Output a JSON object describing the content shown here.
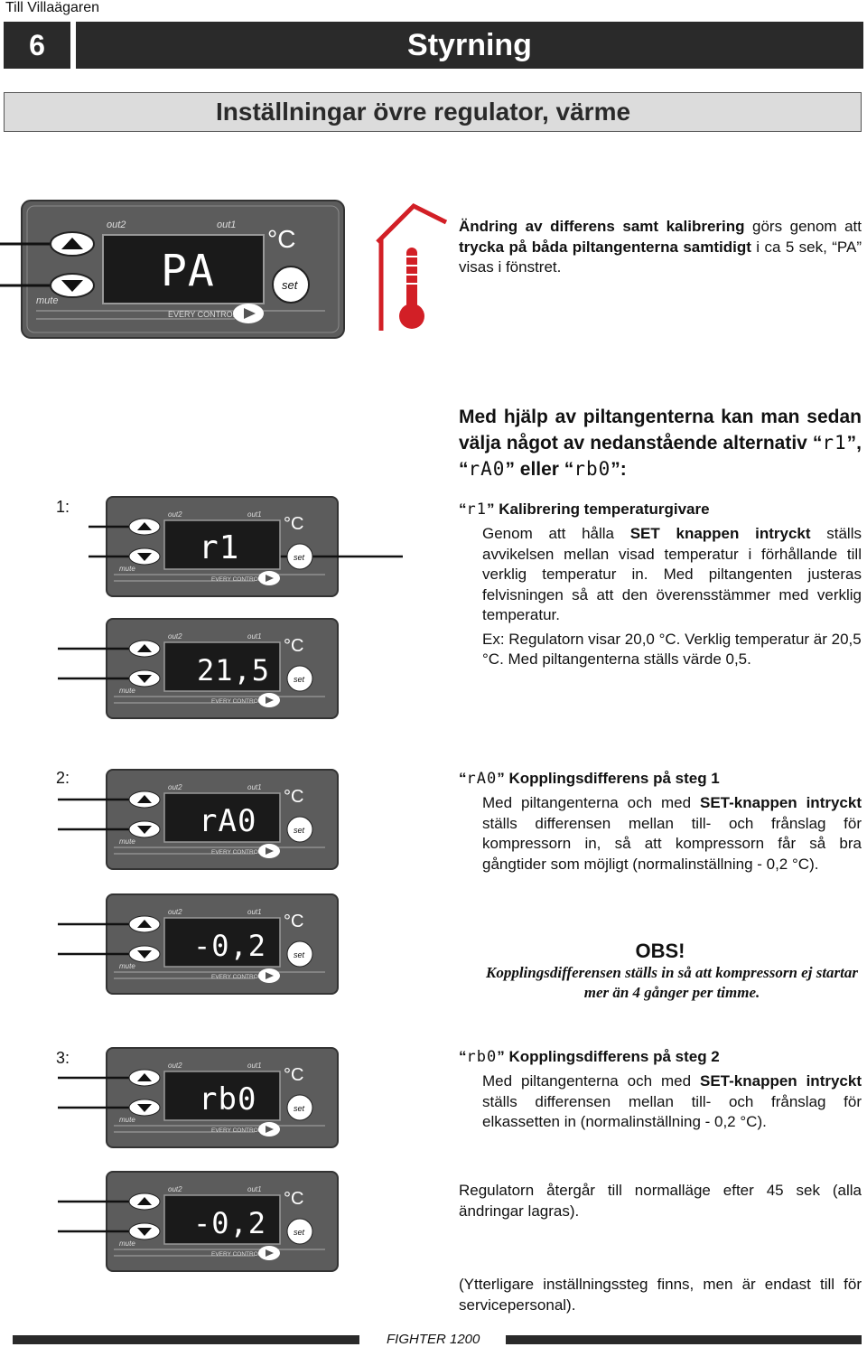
{
  "header": {
    "top_label": "Till Villaägaren",
    "chapter_number": "6",
    "chapter_title": "Styrning",
    "section_title": "Inställningar övre regulator, värme"
  },
  "controller": {
    "label_out2": "out2",
    "label_out1": "out1",
    "label_mute": "mute",
    "label_set": "set",
    "label_unit": "°C",
    "label_brand": "EVERY CONTROL",
    "display_main": "PA",
    "displays": [
      "r1",
      "21,5",
      "rA0",
      "-0,2",
      "rb0",
      "-0,2"
    ]
  },
  "intro": {
    "p1_b1": "Ändring av differens samt kalibrering",
    "p1_t1": " görs genom att ",
    "p1_b2": "trycka på båda piltangenterna samtidigt",
    "p1_t2": " i ca 5 sek, “PA” visas i fönstret.",
    "p2_t1": "Med hjälp av piltangenterna kan man sedan välja något av nedanstående alternativ “",
    "p2_c1": "r1",
    "p2_t2": "”, “",
    "p2_c2": "rA0",
    "p2_t3": "” eller “",
    "p2_c3": "rb0",
    "p2_t4": "”:"
  },
  "step1": {
    "number": "1:",
    "code": "r1",
    "title": "Kalibrering temperaturgivare",
    "text_t1": "Genom att hålla ",
    "text_b1": "SET knappen intryckt",
    "text_t2": " ställs avvikelsen mellan visad temperatur i förhållande till verklig temperatur in. Med piltangenten justeras felvisningen så att den överensstämmer med verklig temperatur.",
    "example": "Ex: Regulatorn visar 20,0 °C. Verklig temperatur är 20,5 °C. Med piltangenterna ställs värde 0,5."
  },
  "step2": {
    "number": "2:",
    "code": "rA0",
    "title": "Kopplingsdifferens på steg 1",
    "text_t1": "Med piltangenterna och med ",
    "text_b1": "SET-knappen intryckt",
    "text_t2": " ställs differensen mellan till- och frånslag för kompressorn in, så att kompressorn får så bra gångtider som möjligt (normalinställning - 0,2 °C)."
  },
  "obs": {
    "title": "OBS!",
    "text": "Kopplingsdifferensen ställs in så att kompressorn ej startar mer än 4 gånger per timme."
  },
  "step3": {
    "number": "3:",
    "code": "rb0",
    "title": "Kopplingsdifferens på steg 2",
    "text_t1": "Med piltangenterna och med ",
    "text_b1": "SET-knappen intryckt",
    "text_t2": " ställs differensen mellan till- och frånslag för elkassetten in (normalinställning - 0,2 °C)."
  },
  "return_note": "Regulatorn återgår till normalläge efter 45 sek (alla ändringar lagras).",
  "service_note": "(Ytterligare inställningssteg finns, men är endast till för servicepersonal).",
  "footer": {
    "product": "FIGHTER 1200"
  }
}
